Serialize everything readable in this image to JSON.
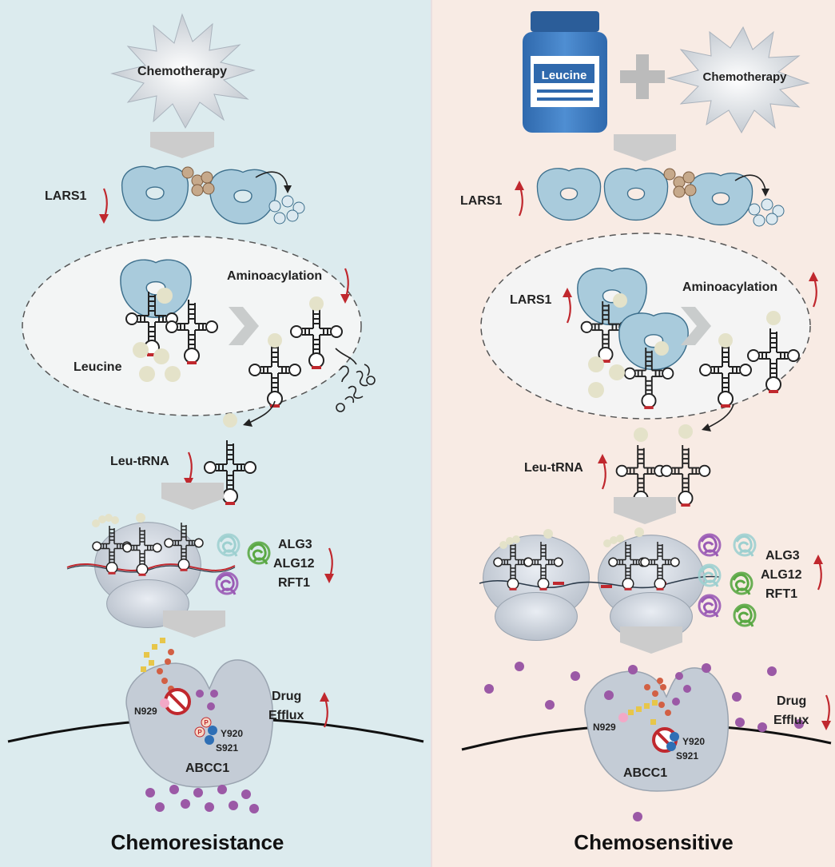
{
  "left": {
    "chemo_label": "Chemotherapy",
    "lars1_label": "LARS1",
    "aminoacylation_label": "Aminoacylation",
    "leucine_label": "Leucine",
    "leu_trna_label": "Leu-tRNA",
    "alg_lines": [
      "ALG3",
      "ALG12",
      "RFT1"
    ],
    "drug_efflux_lines": [
      "Drug",
      "Efflux"
    ],
    "n929": "N929",
    "y920": "Y920",
    "s921": "S921",
    "abcc1": "ABCC1",
    "phospho": "P",
    "outcome": "Chemoresistance"
  },
  "right": {
    "bottle_label": "Leucine",
    "chemo_label": "Chemotherapy",
    "lars1_label": "LARS1",
    "lars1_inner_label": "LARS1",
    "aminoacylation_label": "Aminoacylation",
    "leu_trna_label": "Leu-tRNA",
    "alg_lines": [
      "ALG3",
      "ALG12",
      "RFT1"
    ],
    "drug_efflux_lines": [
      "Drug",
      "Efflux"
    ],
    "n929": "N929",
    "y920": "Y920",
    "s921": "S921",
    "abcc1": "ABCC1",
    "outcome": "Chemosensitive"
  },
  "colors": {
    "left_bg": "#dcebee",
    "right_bg": "#f8ebe4",
    "enzyme": "#a9cbdc",
    "arrow_red": "#c0282e",
    "drug_purple": "#9b59a6",
    "leucine_bead": "#e4e2c9",
    "gray_chevron": "#cccccc"
  }
}
